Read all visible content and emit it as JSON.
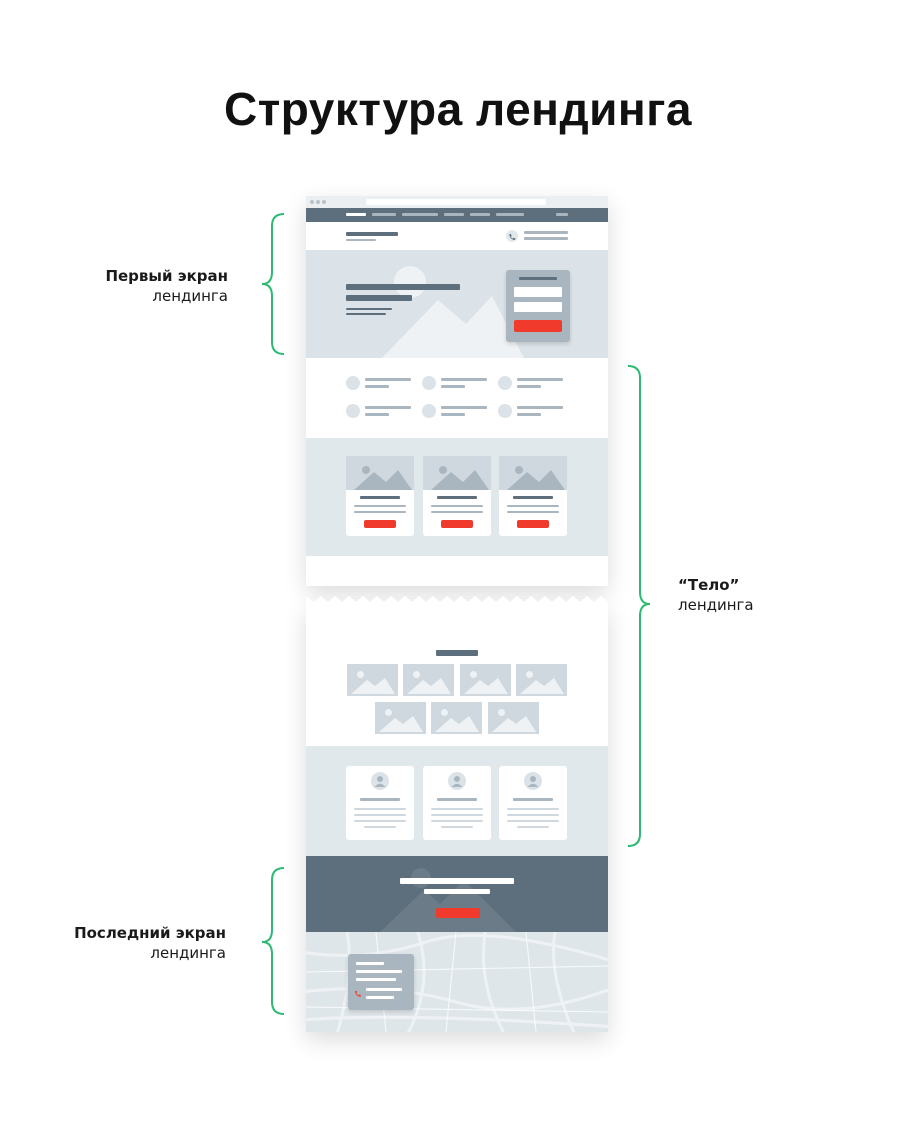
{
  "title": "Структура лендинга",
  "labels": {
    "first_screen": {
      "bold": "Первый экран",
      "normal": "лендинга"
    },
    "body": {
      "bold": "“Тело”",
      "normal": "лендинга"
    },
    "last_screen": {
      "bold": "Последний экран",
      "normal": "лендинга"
    }
  },
  "colors": {
    "bracket": "#2dbb73",
    "wire_light": "#e1e8ec",
    "wire_dark": "#5d6e7c",
    "accent": "#ef3a2c"
  },
  "icons": [
    "phone-icon",
    "user-icon",
    "image-placeholder-icon",
    "map-background"
  ]
}
